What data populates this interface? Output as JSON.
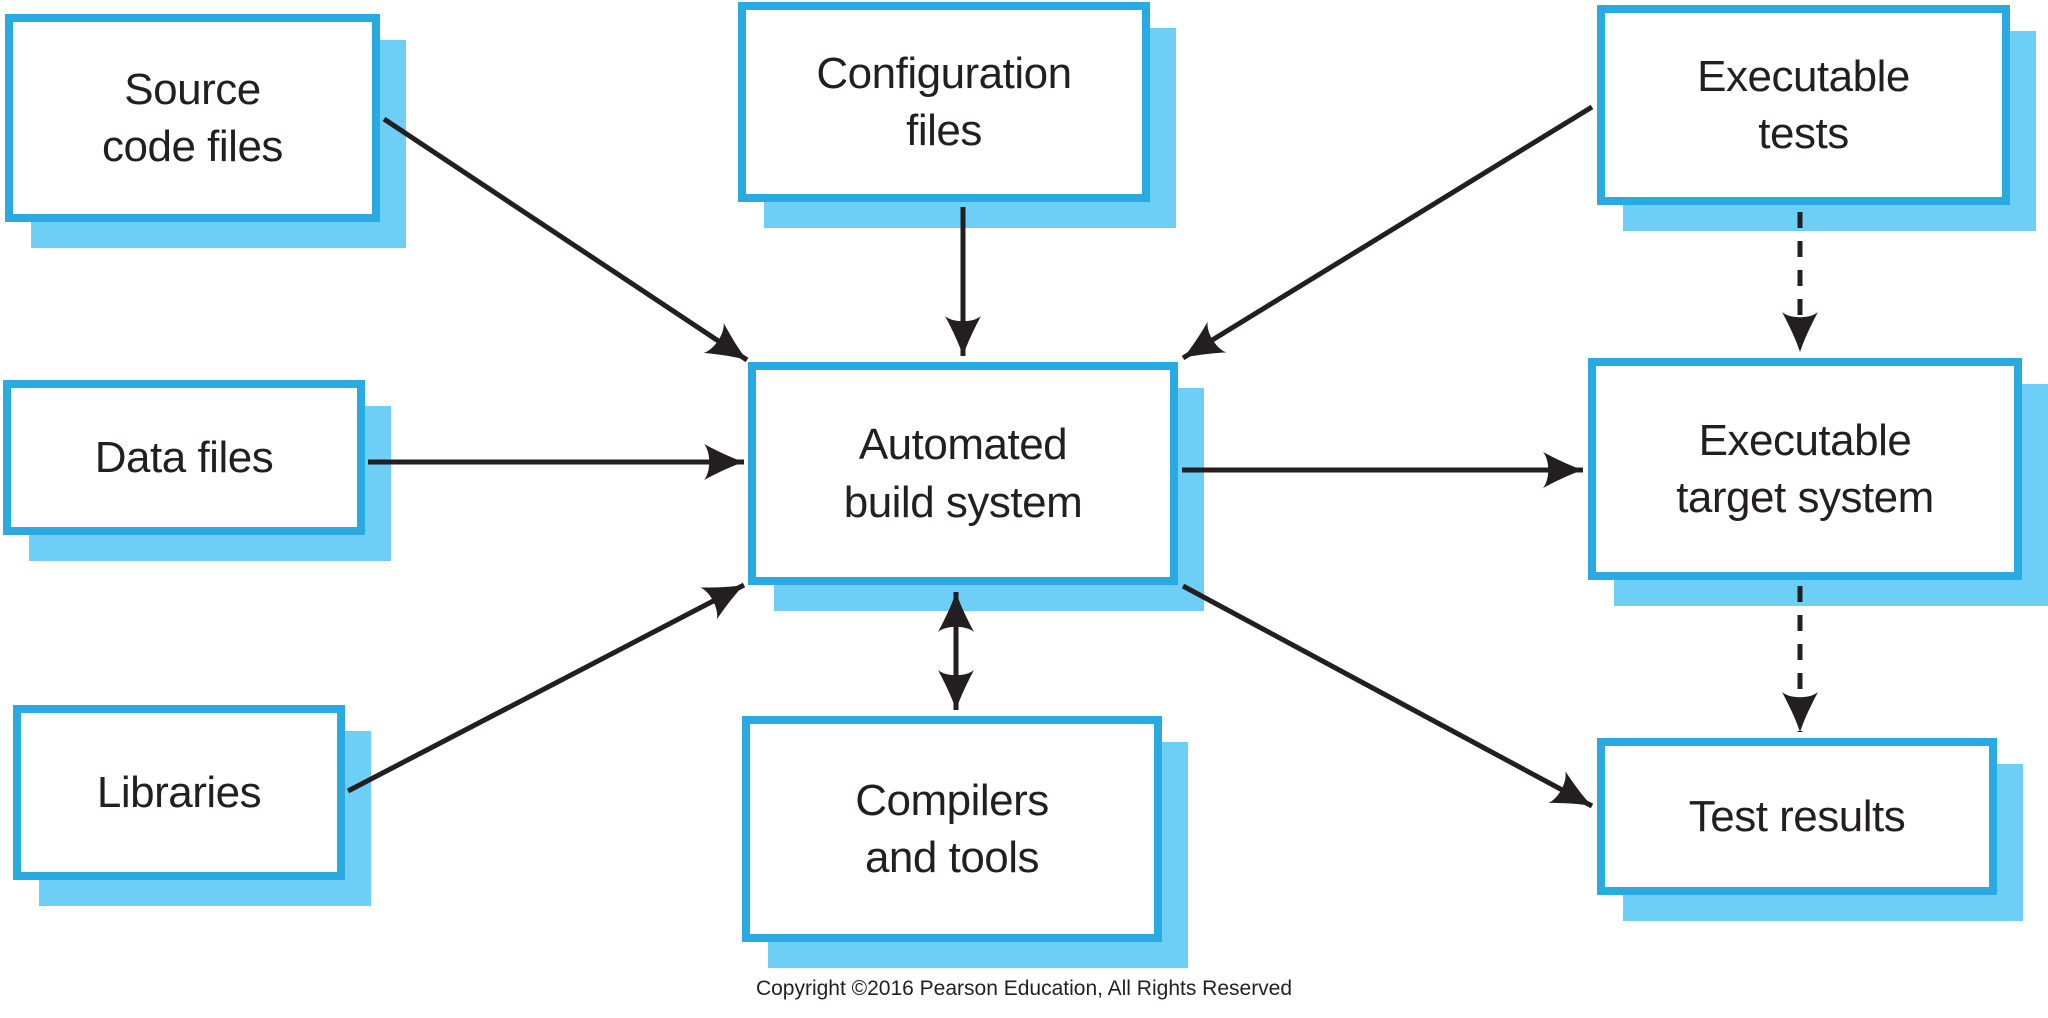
{
  "diagram": {
    "title": "Automated build system",
    "nodes": {
      "source_code_files": {
        "label": "Source\ncode files"
      },
      "configuration_files": {
        "label": "Configuration\nfiles"
      },
      "executable_tests": {
        "label": "Executable\ntests"
      },
      "data_files": {
        "label": "Data files"
      },
      "automated_build_system": {
        "label": "Automated\nbuild system"
      },
      "executable_target_system": {
        "label": "Executable\ntarget system"
      },
      "libraries": {
        "label": "Libraries"
      },
      "compilers_and_tools": {
        "label": "Compilers\nand tools"
      },
      "test_results": {
        "label": "Test results"
      }
    },
    "edges": [
      {
        "from": "source_code_files",
        "to": "automated_build_system",
        "style": "solid",
        "direction": "forward"
      },
      {
        "from": "configuration_files",
        "to": "automated_build_system",
        "style": "solid",
        "direction": "forward"
      },
      {
        "from": "executable_tests",
        "to": "automated_build_system",
        "style": "solid",
        "direction": "forward"
      },
      {
        "from": "data_files",
        "to": "automated_build_system",
        "style": "solid",
        "direction": "forward"
      },
      {
        "from": "libraries",
        "to": "automated_build_system",
        "style": "solid",
        "direction": "forward"
      },
      {
        "from": "automated_build_system",
        "to": "compilers_and_tools",
        "style": "solid",
        "direction": "both"
      },
      {
        "from": "automated_build_system",
        "to": "executable_target_system",
        "style": "solid",
        "direction": "forward"
      },
      {
        "from": "automated_build_system",
        "to": "test_results",
        "style": "solid",
        "direction": "forward"
      },
      {
        "from": "executable_tests",
        "to": "executable_target_system",
        "style": "dashed",
        "direction": "forward"
      },
      {
        "from": "executable_target_system",
        "to": "test_results",
        "style": "dashed",
        "direction": "forward"
      }
    ],
    "colors": {
      "box_border": "#29abe2",
      "box_shadow": "#6dcff6",
      "box_fill": "#ffffff",
      "text": "#231f20",
      "arrow": "#231f20"
    }
  },
  "footer": {
    "copyright": "Copyright ©2016 Pearson Education, All Rights Reserved"
  }
}
